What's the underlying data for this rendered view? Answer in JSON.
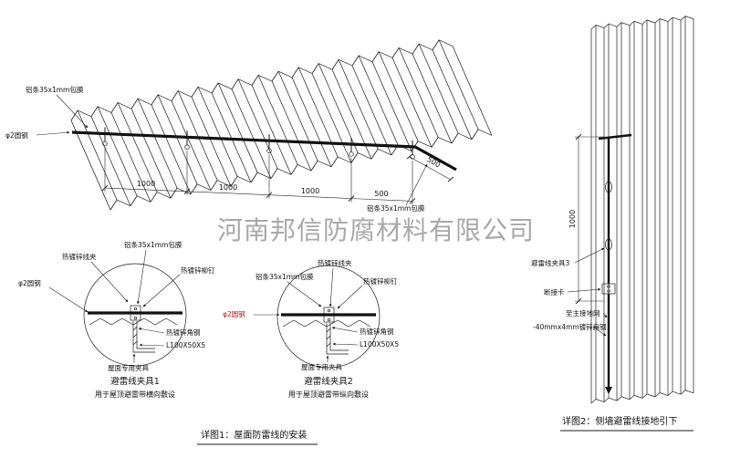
{
  "company_watermark": "河南邦信防腐材料有限公司",
  "labels": {
    "al_strip": "铝条35x1mm包膜",
    "round_steel": "φ2圆钢",
    "hd_wire_clamp": "热镀锌线夹",
    "hd_rivet": "热镀锌柳钉",
    "hd_angle_steel": "热镀锌角钢",
    "angle_spec": "L100X50X5",
    "roof_fixture": "屋面专用夹具",
    "clamp3": "避雷线夹具3",
    "disconnect_card": "断接卡",
    "to_main_ground": "至主接地网",
    "flat_steel": "-40mmx4mm镀锌扁钢"
  },
  "dimensions": {
    "roof_spans": [
      "1000",
      "1000",
      "1000",
      "500"
    ],
    "roof_edge": "500",
    "wall_height": "1000"
  },
  "detail1": {
    "title": "避雷线夹具1",
    "subtitle": "用于屋顶避雷带横向敷设"
  },
  "detail2": {
    "title": "避雷线夹具2",
    "subtitle": "用于屋顶避雷带纵向敷设"
  },
  "captions": {
    "fig1": "详图1：屋面防雷线的安装",
    "fig2": "详图2：侧墙避雷线接地引下"
  },
  "colors": {
    "line": "#1a1a1a",
    "red": "#c11212",
    "watermark": "#a8a8a8"
  }
}
